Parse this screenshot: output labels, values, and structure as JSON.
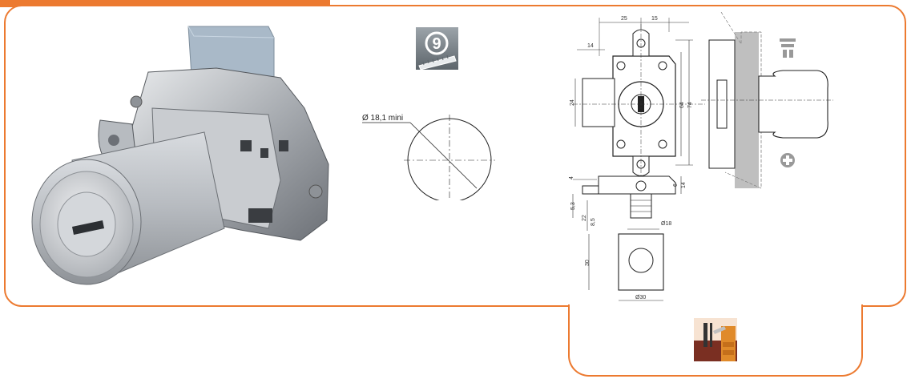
{
  "header": {
    "accent_color": "#ec7a30"
  },
  "badge": {
    "number": "9",
    "icon": "ruler-icon"
  },
  "hole_drawing": {
    "label": "Ø 18,1 mini"
  },
  "drawing_dims": {
    "d25": "25",
    "d15": "15",
    "d14_top": "14",
    "d24": "24",
    "d64": "64",
    "d74": "74",
    "d4": "4",
    "d14_side": "14",
    "d6": "6",
    "d53": "5,3",
    "d22": "22",
    "d85": "8,5",
    "d18": "Ø18",
    "d30": "30",
    "d30_dia": "Ø30"
  },
  "symbols": {
    "top": "spring-bolt-icon",
    "bottom": "plus-circle-icon"
  },
  "mounting": {
    "icon": "drawer-mounting-icon"
  }
}
